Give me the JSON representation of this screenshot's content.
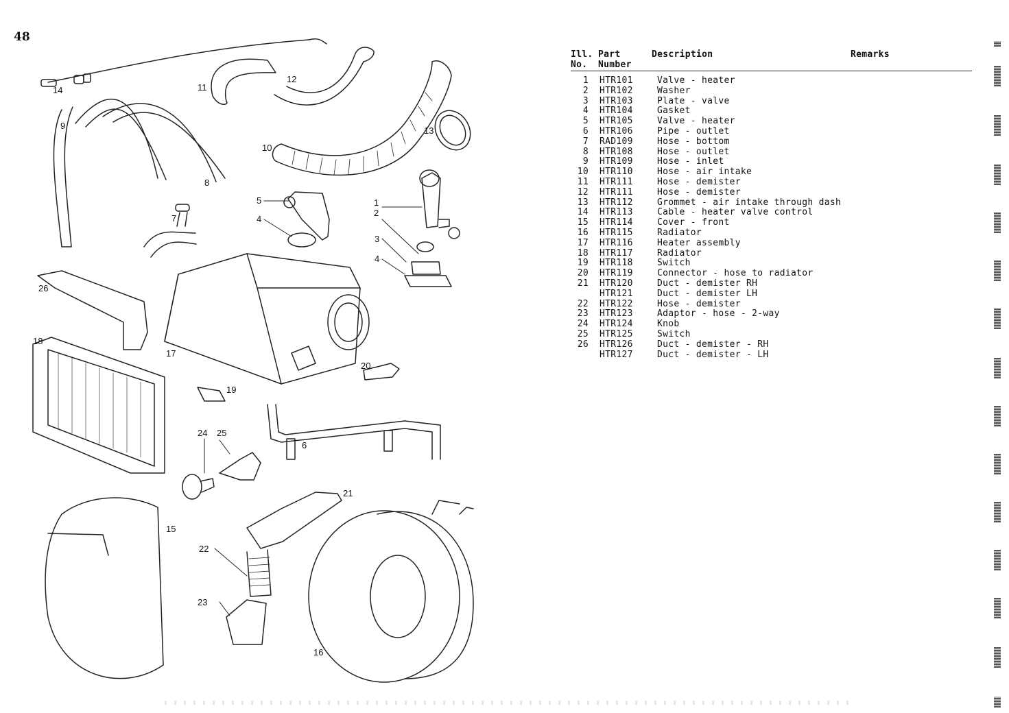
{
  "page": {
    "number": "48"
  },
  "table": {
    "headers": {
      "ill_no": "Ill.\nNo.",
      "part_number": "Part\nNumber",
      "description": "Description",
      "remarks": "Remarks"
    },
    "rows": [
      {
        "no": "1",
        "part": "HTR101",
        "desc": "Valve - heater"
      },
      {
        "no": "2",
        "part": "HTR102",
        "desc": "Washer"
      },
      {
        "no": "3",
        "part": "HTR103",
        "desc": "Plate - valve"
      },
      {
        "no": "4",
        "part": "HTR104",
        "desc": "Gasket"
      },
      {
        "no": "5",
        "part": "HTR105",
        "desc": "Valve - heater"
      },
      {
        "no": "6",
        "part": "HTR106",
        "desc": "Pipe - outlet"
      },
      {
        "no": "7",
        "part": "RAD109",
        "desc": "Hose - bottom"
      },
      {
        "no": "8",
        "part": "HTR108",
        "desc": "Hose - outlet"
      },
      {
        "no": "9",
        "part": "HTR109",
        "desc": "Hose - inlet"
      },
      {
        "no": "10",
        "part": "HTR110",
        "desc": "Hose - air intake"
      },
      {
        "no": "11",
        "part": "HTR111",
        "desc": "Hose - demister"
      },
      {
        "no": "12",
        "part": "HTR111",
        "desc": "Hose - demister"
      },
      {
        "no": "13",
        "part": "HTR112",
        "desc": "Grommet - air intake through dash"
      },
      {
        "no": "14",
        "part": "HTR113",
        "desc": "Cable - heater valve control"
      },
      {
        "no": "15",
        "part": "HTR114",
        "desc": "Cover - front"
      },
      {
        "no": "16",
        "part": "HTR115",
        "desc": "Radiator"
      },
      {
        "no": "17",
        "part": "HTR116",
        "desc": "Heater assembly"
      },
      {
        "no": "18",
        "part": "HTR117",
        "desc": "Radiator"
      },
      {
        "no": "19",
        "part": "HTR118",
        "desc": "Switch"
      },
      {
        "no": "20",
        "part": "HTR119",
        "desc": "Connector - hose to radiator"
      },
      {
        "no": "21",
        "part": "HTR120",
        "desc": "Duct - demister RH"
      },
      {
        "no": "",
        "part": "HTR121",
        "desc": "Duct - demister LH"
      },
      {
        "no": "22",
        "part": "HTR122",
        "desc": "Hose - demister"
      },
      {
        "no": "23",
        "part": "HTR123",
        "desc": "Adaptor - hose - 2-way"
      },
      {
        "no": "24",
        "part": "HTR124",
        "desc": "Knob"
      },
      {
        "no": "25",
        "part": "HTR125",
        "desc": "Switch"
      },
      {
        "no": "26",
        "part": "HTR126",
        "desc": "Duct - demister - RH"
      },
      {
        "no": "",
        "part": "HTR127",
        "desc": "Duct - demister - LH"
      }
    ]
  },
  "diagram": {
    "callouts": [
      "1",
      "2",
      "3",
      "4",
      "4",
      "5",
      "6",
      "7",
      "8",
      "9",
      "10",
      "11",
      "12",
      "13",
      "14",
      "15",
      "16",
      "17",
      "18",
      "19",
      "20",
      "21",
      "22",
      "23",
      "24",
      "25",
      "26"
    ]
  }
}
